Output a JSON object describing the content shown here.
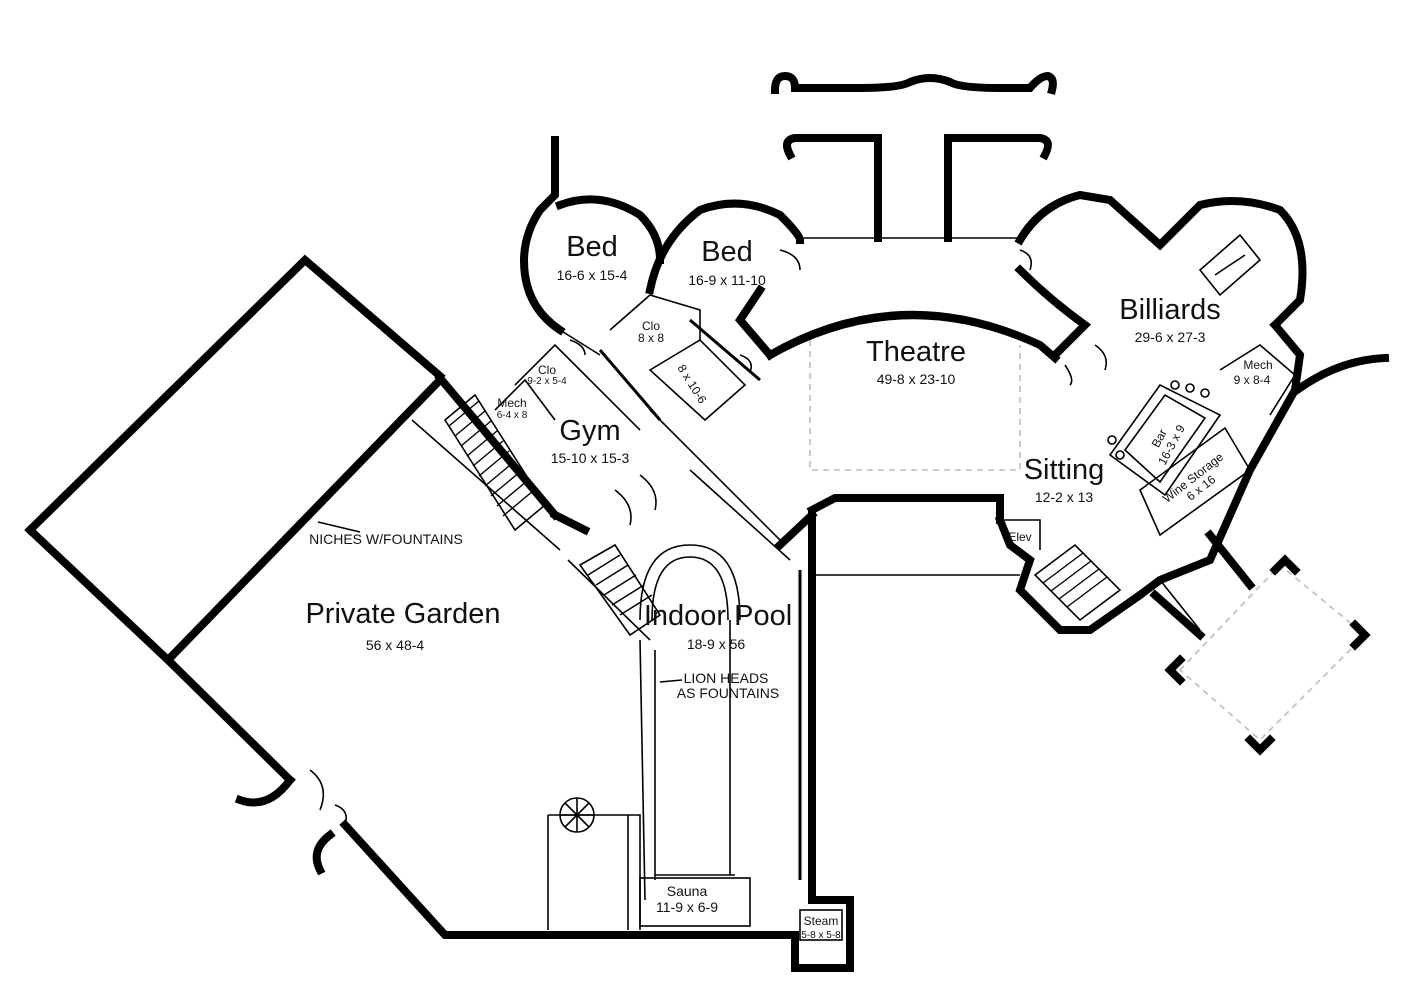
{
  "rooms": {
    "bed1": {
      "name": "Bed",
      "dim": "16-6 x 15-4"
    },
    "bed2": {
      "name": "Bed",
      "dim": "16-9 x 11-10"
    },
    "theatre": {
      "name": "Theatre",
      "dim": "49-8 x 23-10"
    },
    "billiards": {
      "name": "Billiards",
      "dim": "29-6 x 27-3"
    },
    "gym": {
      "name": "Gym",
      "dim": "15-10 x 15-3"
    },
    "sitting": {
      "name": "Sitting",
      "dim": "12-2 x 13"
    },
    "garden": {
      "name": "Private Garden",
      "dim": "56 x 48-4"
    },
    "pool": {
      "name": "Indoor Pool",
      "dim": "18-9 x 56"
    },
    "sauna": {
      "name": "Sauna",
      "dim": "11-9 x 6-9"
    },
    "steam": {
      "name": "Steam",
      "dim": "5-8 x 5-8"
    },
    "clo1": {
      "name": "Clo",
      "dim": "8 x 8"
    },
    "clo2": {
      "name": "Clo",
      "dim": "9-2 x 5-4"
    },
    "mech1": {
      "name": "Mech",
      "dim": "6-4 x 8"
    },
    "mech2": {
      "name": "Mech",
      "dim": "9 x 8-4"
    },
    "bar": {
      "name": "Bar",
      "dim": "16-3 x 9"
    },
    "wine": {
      "name": "Wine Storage",
      "dim": "6 x 16"
    },
    "elev": {
      "name": "Elev"
    },
    "closet_small": {
      "dim": "8 x 10-6"
    }
  },
  "notes": {
    "niches": "NICHES W/FOUNTAINS",
    "lion1": "LION HEADS",
    "lion2": "AS FOUNTAINS"
  }
}
